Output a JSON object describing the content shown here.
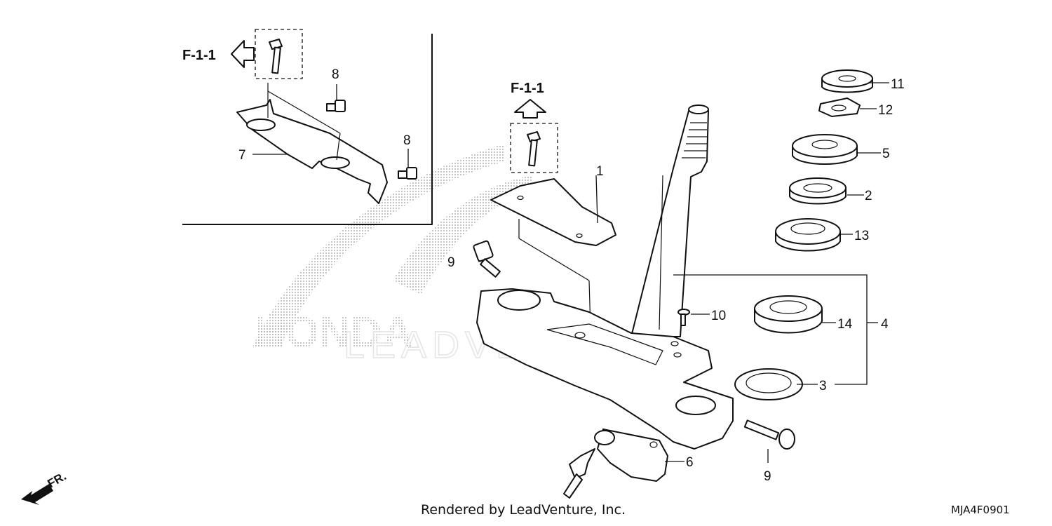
{
  "refs": [
    "F-1-1",
    "F-1-1"
  ],
  "callouts": [
    "1",
    "2",
    "3",
    "4",
    "5",
    "6",
    "7",
    "8",
    "8",
    "9",
    "9",
    "10",
    "11",
    "12",
    "13",
    "14"
  ],
  "direction": "FR.",
  "watermark": {
    "brand": "HONDA",
    "site": "LEADVENTURE"
  },
  "footer": "Rendered by LeadVenture, Inc.",
  "code": "MJA4F0901"
}
